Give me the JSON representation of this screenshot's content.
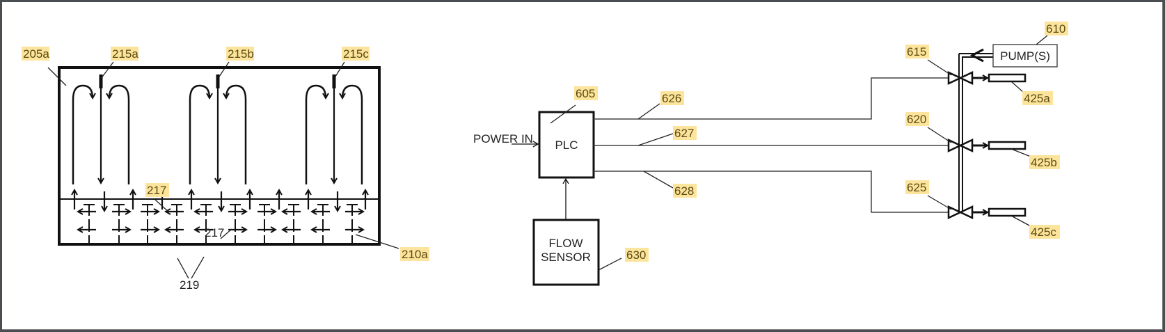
{
  "highlight_color": "#fde49c",
  "ink_color": "#111111",
  "left_figure": {
    "refs": {
      "tank": "205a",
      "baffle_a": "215a",
      "baffle_b": "215b",
      "baffle_c": "215c",
      "diffuser_top": "217",
      "diffuser_inner": "217",
      "grid_legs": "219",
      "base": "210a"
    },
    "baffle_columns": 3,
    "manifold_arrows_top": [
      "up",
      "down",
      "up",
      "up",
      "up",
      "down",
      "up",
      "up",
      "up",
      "down",
      "up"
    ],
    "manifold_arrows_row1": [
      "left",
      "right",
      "right",
      "left",
      "left",
      "right",
      "right",
      "left",
      "left",
      "right"
    ],
    "manifold_arrows_row2": [
      "left",
      "right",
      "right",
      "left",
      "left",
      "right",
      "right",
      "left",
      "left",
      "right"
    ]
  },
  "right_figure": {
    "plc": {
      "label": "PLC",
      "ref": "605"
    },
    "power_in": "POWER IN",
    "flow_sensor": {
      "label_line1": "FLOW",
      "label_line2": "SENSOR",
      "ref": "630"
    },
    "pump": {
      "label": "PUMP(S)",
      "ref": "610"
    },
    "lines": [
      {
        "ref": "626"
      },
      {
        "ref": "627"
      },
      {
        "ref": "628"
      }
    ],
    "valves": [
      {
        "ref": "615",
        "outlet_ref": "425a"
      },
      {
        "ref": "620",
        "outlet_ref": "425b"
      },
      {
        "ref": "625",
        "outlet_ref": "425c"
      }
    ]
  }
}
